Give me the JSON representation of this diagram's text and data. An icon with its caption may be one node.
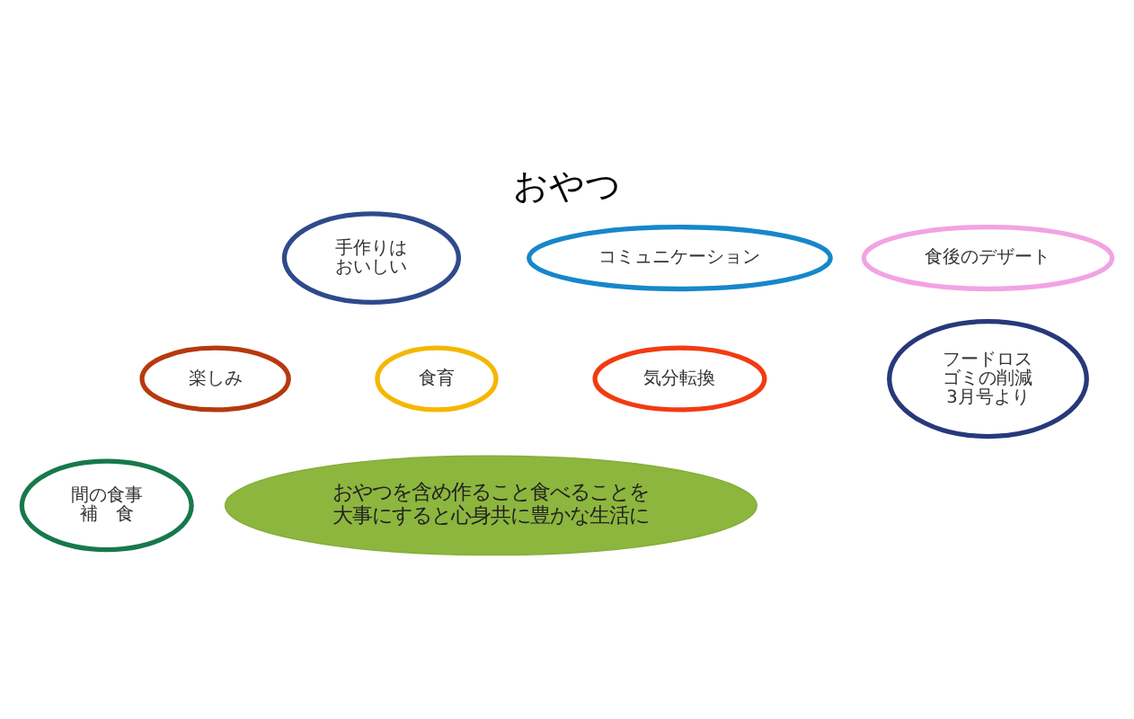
{
  "diagram": {
    "title": "おやつ",
    "nodes": [
      {
        "text": [
          "手作りはおいしい"
        ]
      },
      {
        "text": [
          "コミュニケーション"
        ]
      },
      {
        "text": [
          "食後のデザート"
        ]
      },
      {
        "text": [
          "楽しみ"
        ]
      },
      {
        "text": [
          "食育"
        ]
      },
      {
        "text": [
          "気分転換"
        ]
      },
      {
        "text": [
          "フードロス",
          "ゴミの削減",
          "3月号より"
        ]
      },
      {
        "text": [
          "間の食事",
          "補　食"
        ]
      },
      {
        "text": [
          "おやつを含め作ること食べることを大事にすると心身共に豊かな生活に"
        ]
      }
    ]
  }
}
